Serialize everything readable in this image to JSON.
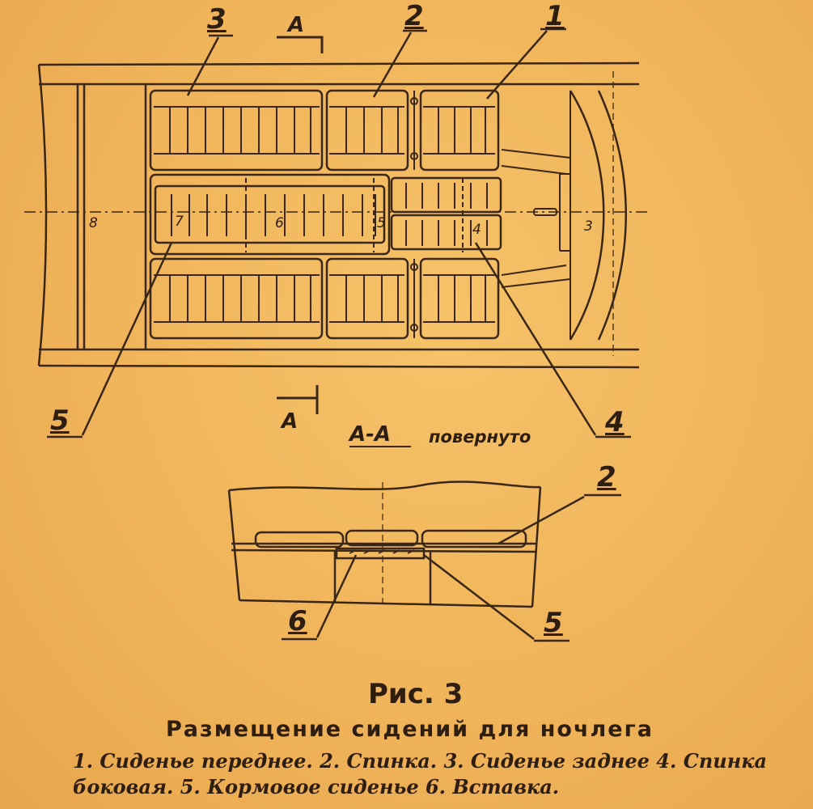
{
  "plan_view": {
    "callouts": {
      "c1": "1",
      "c2": "2",
      "c3": "3",
      "c4": "4",
      "c5": "5"
    },
    "inner_numbers": {
      "n3": "3",
      "n4": "4",
      "n5": "5",
      "n6": "6",
      "n7": "7",
      "n8": "8"
    },
    "section_marker_top": "A",
    "section_marker_bottom": "A"
  },
  "section_view": {
    "title": "А-А",
    "subtitle": "повернуто",
    "callouts": {
      "c2": "2",
      "c5": "5",
      "c6": "6"
    }
  },
  "caption": {
    "figure": "Рис. 3",
    "title": "Размещение сидений для ночлега",
    "legend_line1": "1. Сиденье переднее.   2. Спинка.   3. Сиденье заднее   4. Спинка",
    "legend_line2": "боковая.   5. Кормовое сиденье   6. Вставка."
  }
}
